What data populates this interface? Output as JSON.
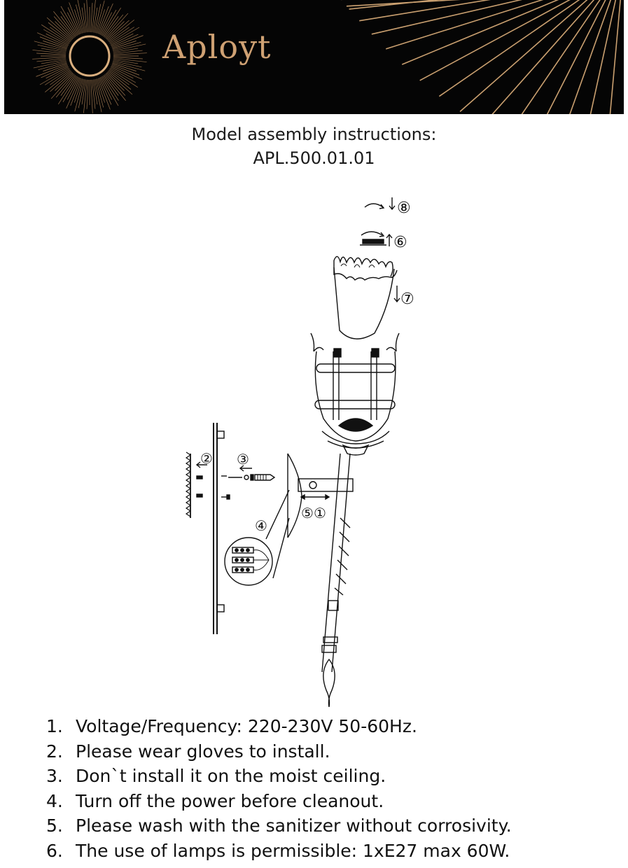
{
  "header": {
    "brand": "Aployt",
    "background": "#050505",
    "accent": "#cfa173"
  },
  "document": {
    "title_line1": "Model assembly instructions:",
    "title_line2": "APL.500.01.01"
  },
  "diagram": {
    "callouts": {
      "c1": "①",
      "c2": "②",
      "c3": "③",
      "c4": "④",
      "c5": "⑤",
      "c6": "⑥",
      "c7": "⑦",
      "c8": "⑧"
    }
  },
  "notes": [
    {
      "num": "1.",
      "text": "Voltage/Frequency: 220-230V 50-60Hz."
    },
    {
      "num": "2.",
      "text": "Please wear gloves to install."
    },
    {
      "num": "3.",
      "text": "Don`t install it on the moist ceiling."
    },
    {
      "num": "4.",
      "text": "Turn off the power before cleanout."
    },
    {
      "num": "5.",
      "text": "Please wash with the sanitizer without corrosivity."
    },
    {
      "num": "6.",
      "text": "The use of lamps is permissible: 1xE27 max 60W."
    }
  ]
}
